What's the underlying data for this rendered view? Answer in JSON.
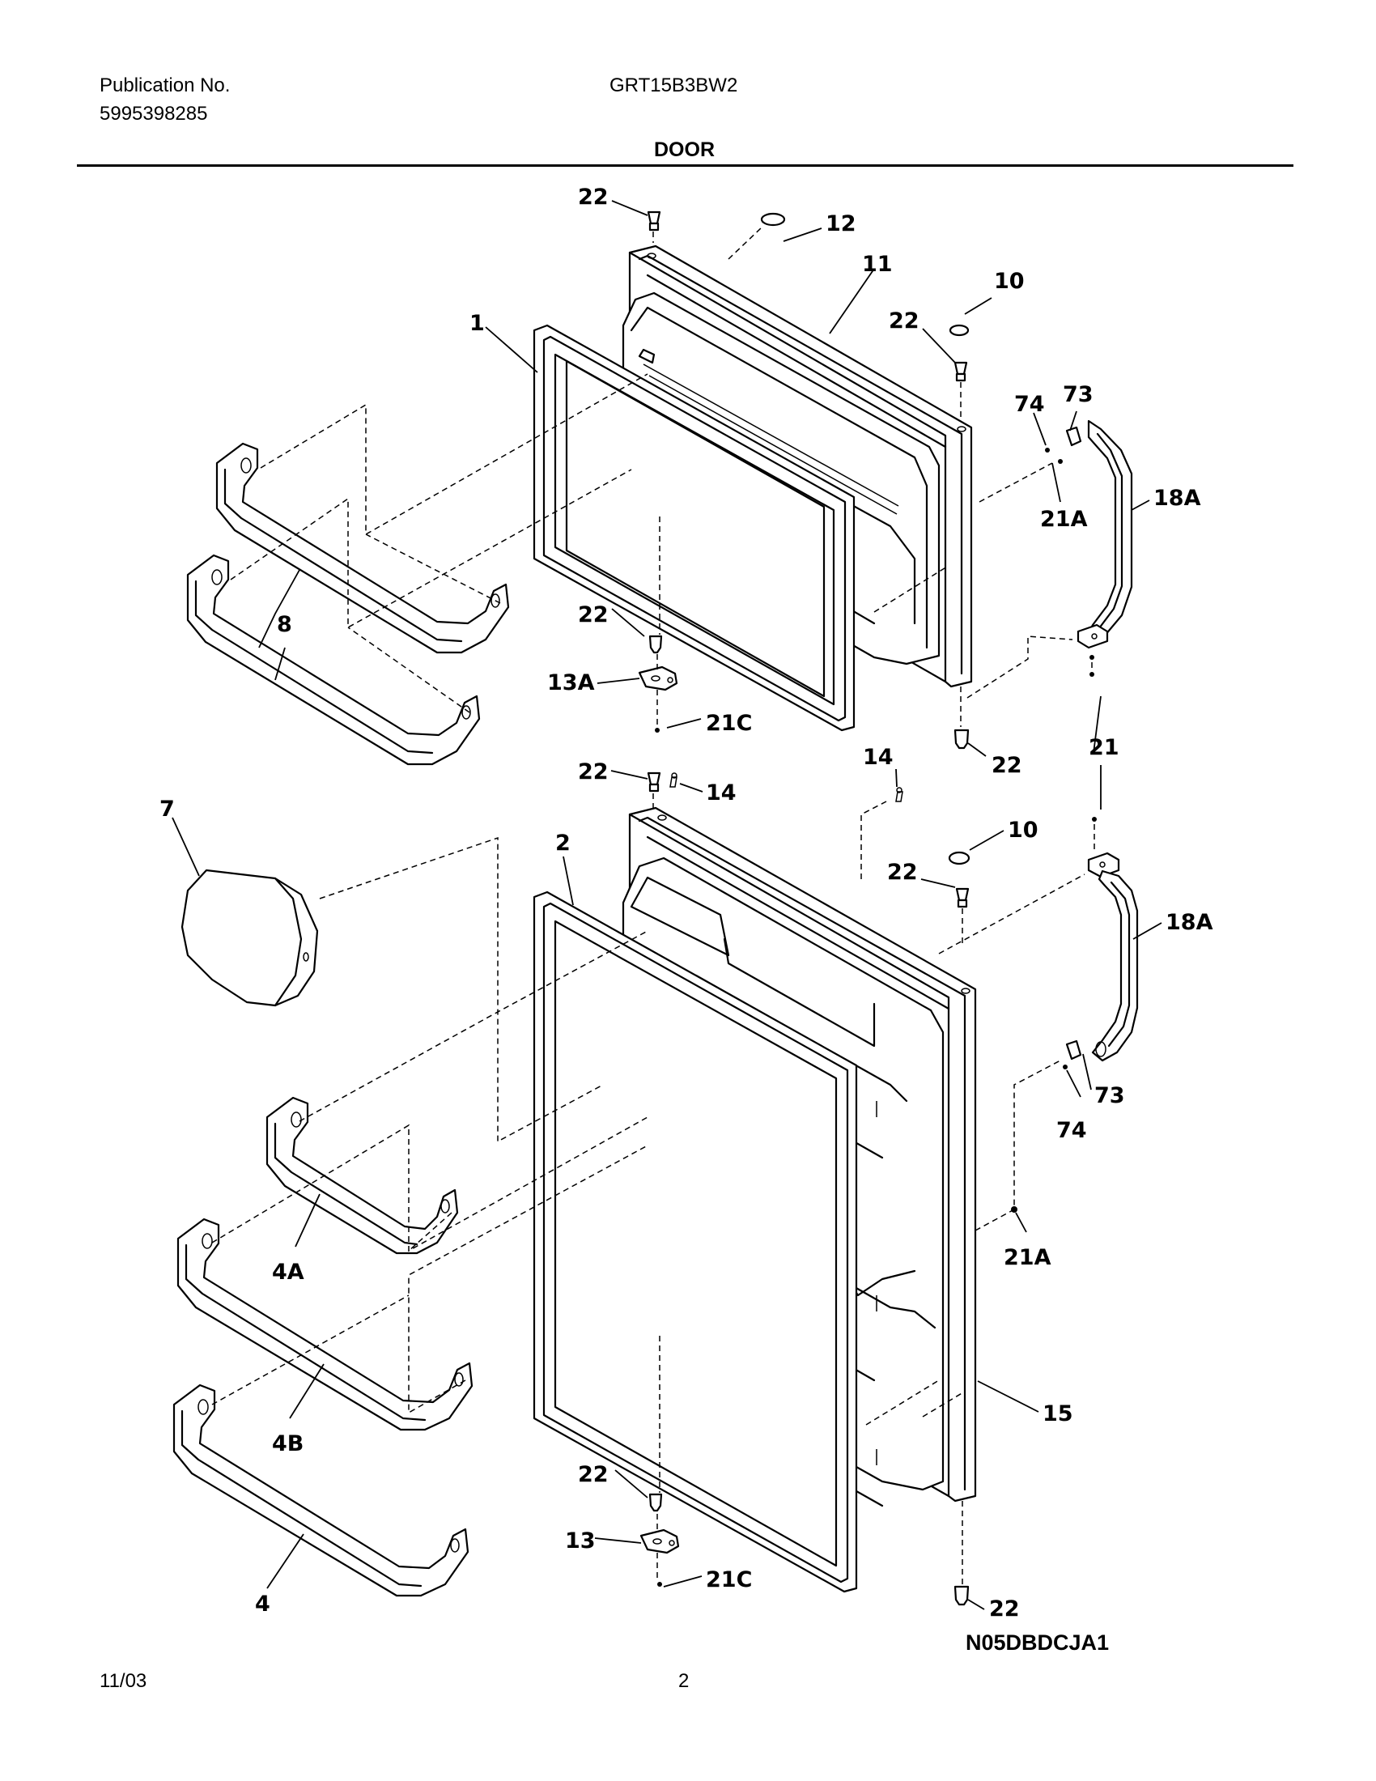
{
  "header": {
    "publication_label": "Publication No.",
    "publication_number": "5995398285",
    "model": "GRT15B3BW2",
    "section_title": "DOOR"
  },
  "callouts": {
    "c1": "1",
    "c2": "2",
    "c4": "4",
    "c4a": "4A",
    "c4b": "4B",
    "c7": "7",
    "c8": "8",
    "c10_top": "10",
    "c10_bottom": "10",
    "c11": "11",
    "c12": "12",
    "c13": "13",
    "c13a": "13A",
    "c14_left": "14",
    "c14_right": "14",
    "c15": "15",
    "c18a_top": "18A",
    "c18a_bottom": "18A",
    "c21": "21",
    "c21a_top": "21A",
    "c21a_bottom": "21A",
    "c21c_top": "21C",
    "c21c_bottom": "21C",
    "c22_a": "22",
    "c22_b": "22",
    "c22_c": "22",
    "c22_d": "22",
    "c22_e": "22",
    "c22_f": "22",
    "c22_g": "22",
    "c22_h": "22",
    "c73_top": "73",
    "c73_bottom": "73",
    "c74_top": "74",
    "c74_bottom": "74"
  },
  "footer": {
    "date": "11/03",
    "page_number": "2",
    "diagram_code": "N05DBDCJA1"
  }
}
